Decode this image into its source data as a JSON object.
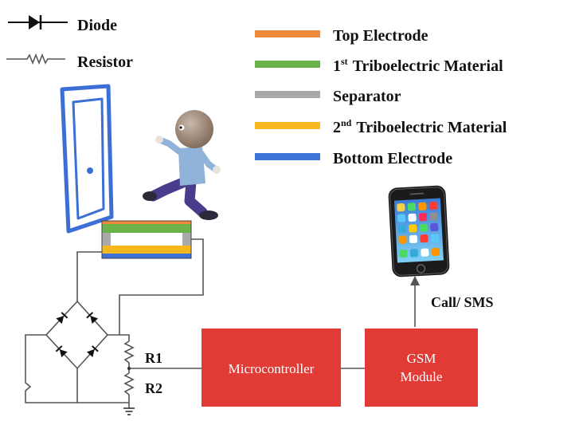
{
  "legend_left": {
    "diode": "Diode",
    "resistor": "Resistor"
  },
  "legend_right": {
    "items": [
      {
        "label": "Top Electrode",
        "color": "#ef8a3c"
      },
      {
        "num": "1",
        "sup": "st",
        "label": "Triboelectric Material",
        "color": "#6cb24a"
      },
      {
        "label": "Separator",
        "color": "#a9a9a9"
      },
      {
        "num": "2",
        "sup": "nd",
        "label": "Triboelectric Material",
        "color": "#f7b71d"
      },
      {
        "label": "Bottom Electrode",
        "color": "#3d72d6"
      }
    ]
  },
  "circuit": {
    "r1": "R1",
    "r2": "R2"
  },
  "blocks": {
    "microcontroller": "Microcontroller",
    "gsm_line1": "GSM",
    "gsm_line2": "Module",
    "color": "#e23b36"
  },
  "signal": {
    "label": "Call/ SMS"
  },
  "colors": {
    "door": "#3b6fd6",
    "shirt": "#8fb3d9",
    "pants": "#4a3c8c",
    "head": "#9c8676"
  }
}
